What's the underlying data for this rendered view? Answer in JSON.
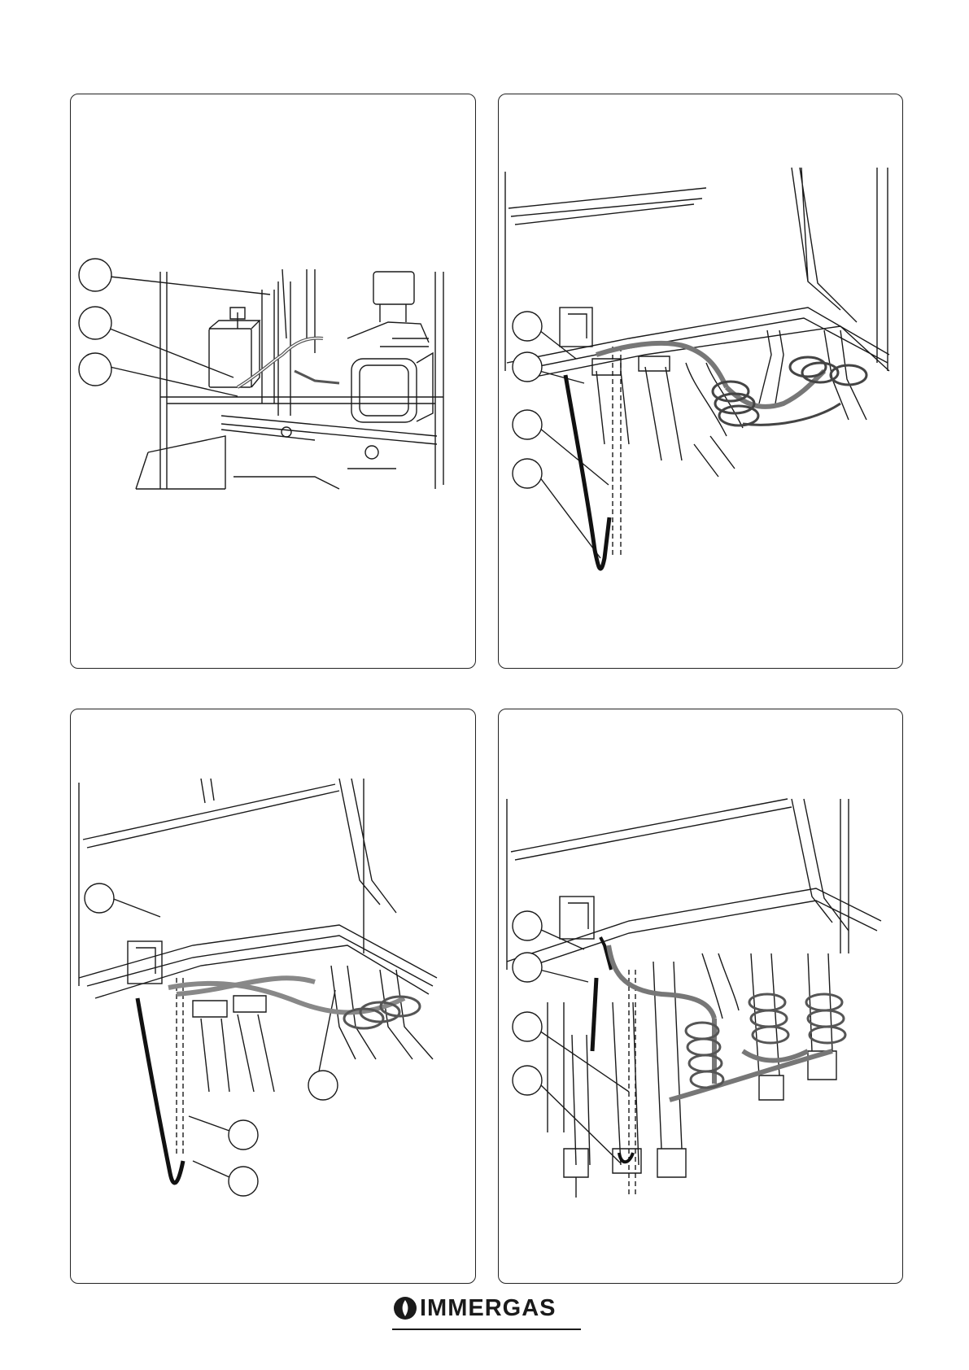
{
  "page": {
    "background": "#ffffff",
    "line_color": "#1a1a1a",
    "cable_dark": "#111111",
    "cable_grey": "#888888"
  },
  "brand": {
    "name": "IMMERGAS",
    "logo_icon": "flame-drop-icon"
  },
  "panels": [
    {
      "id": "top-left",
      "callouts": 3,
      "subject": "pump-and-manifold-detail"
    },
    {
      "id": "top-right",
      "callouts": 4,
      "subject": "cable-routing-coiled"
    },
    {
      "id": "bottom-left",
      "callouts": 4,
      "subject": "cable-routing-short"
    },
    {
      "id": "bottom-right",
      "callouts": 4,
      "subject": "cable-routing-long-coils"
    }
  ]
}
